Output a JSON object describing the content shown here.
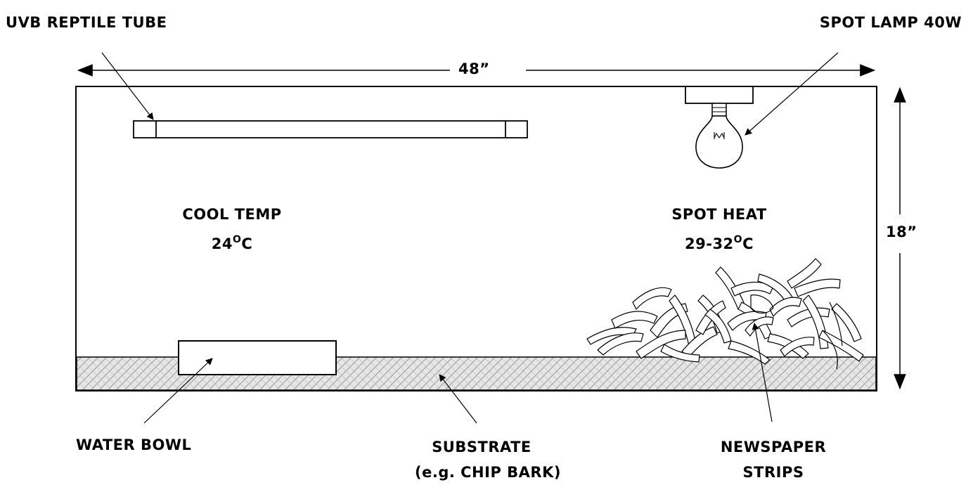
{
  "labels": {
    "uvb_tube": "UVB REPTILE TUBE",
    "spot_lamp": "SPOT LAMP 40W",
    "width": "48”",
    "height": "18”",
    "cool_title": "COOL TEMP",
    "cool_value": "24",
    "spot_title": "SPOT HEAT",
    "spot_value": "29-32",
    "degree_mark": "O",
    "unit": "C",
    "water_bowl": "WATER BOWL",
    "substrate_line1": "SUBSTRATE",
    "substrate_line2": "(e.g. CHIP BARK)",
    "newspaper_line1": "NEWSPAPER",
    "newspaper_line2": "STRIPS"
  }
}
